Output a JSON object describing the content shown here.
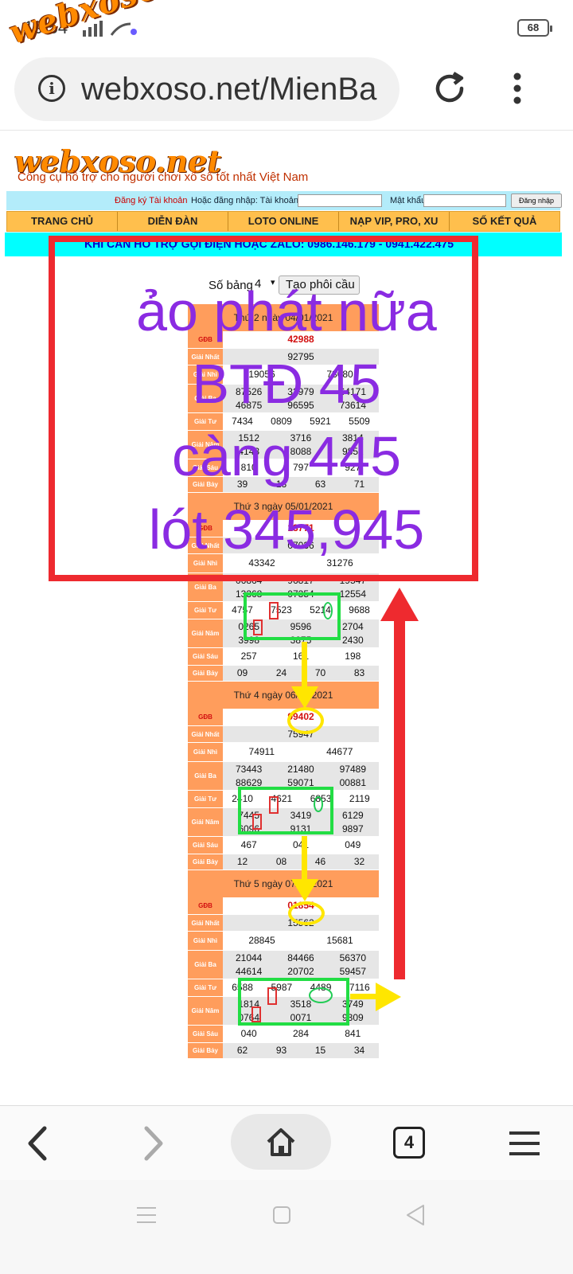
{
  "status": {
    "time": "19:54",
    "battery": "68"
  },
  "watermark_top": "webxoso.net",
  "browser": {
    "url": "webxoso.net/MienBa",
    "tabs_count": "4"
  },
  "site": {
    "logo": "webxoso.net",
    "tagline": "Công cụ hỗ trợ cho người chơi xổ số tốt nhất Việt Nam",
    "login": {
      "register": "Đăng ký Tài khoản",
      "or_login": "Hoặc đăng nhập: Tài khoản",
      "password_label": "Mật khẩu",
      "login_button": "Đăng nhập"
    },
    "nav": [
      "TRANG CHỦ",
      "DIỄN ĐÀN",
      "LOTO ONLINE",
      "NẠP VIP, PRO, XU",
      "SỐ KẾT QUẢ"
    ],
    "banner": "KHI CẦN HỖ TRỢ GỌI ĐIỆN HOẶC ZALO: 0986.146.179 - 0941.422.475"
  },
  "controls": {
    "label": "Số bảng",
    "selected": "4",
    "button": "Tạo phôi cầu"
  },
  "overlay": {
    "lines": [
      "ảo phát nữa",
      "BTĐ 45",
      "càng 445",
      "lót 345,945"
    ]
  },
  "results": [
    {
      "title": "Thứ 2 ngày 04/01/2021",
      "rows": [
        {
          "label": "GĐB",
          "lines": [
            [
              "42988"
            ]
          ],
          "gdb": true
        },
        {
          "label": "Giải Nhất",
          "lines": [
            [
              "92795"
            ]
          ]
        },
        {
          "label": "Giải Nhì",
          "lines": [
            [
              "19056",
              "73680"
            ]
          ]
        },
        {
          "label": "Giải Ba",
          "lines": [
            [
              "87526",
              "32979",
              "64171"
            ],
            [
              "46875",
              "96595",
              "73614"
            ]
          ]
        },
        {
          "label": "Giải Tư",
          "lines": [
            [
              "7434",
              "0809",
              "5921",
              "5509"
            ]
          ]
        },
        {
          "label": "Giải Năm",
          "lines": [
            [
              "1512",
              "3716",
              "3814"
            ],
            [
              "4143",
              "8088",
              "9851"
            ]
          ]
        },
        {
          "label": "Giải Sáu",
          "lines": [
            [
              "810",
              "797",
              "927"
            ]
          ]
        },
        {
          "label": "Giải Bảy",
          "lines": [
            [
              "39",
              "13",
              "63",
              "71"
            ]
          ]
        }
      ]
    },
    {
      "title": "Thứ 3 ngày 05/01/2021",
      "rows": [
        {
          "label": "GĐB",
          "lines": [
            [
              "13771"
            ]
          ],
          "gdb": true
        },
        {
          "label": "Giải Nhất",
          "lines": [
            [
              "07036"
            ]
          ]
        },
        {
          "label": "Giải Nhì",
          "lines": [
            [
              "43342",
              "31276"
            ]
          ]
        },
        {
          "label": "Giải Ba",
          "lines": [
            [
              "06864",
              "96817",
              "19547"
            ],
            [
              "13368",
              "07354",
              "12554"
            ]
          ]
        },
        {
          "label": "Giải Tư",
          "lines": [
            [
              "4757",
              "7523",
              "5214",
              "9688"
            ]
          ]
        },
        {
          "label": "Giải Năm",
          "lines": [
            [
              "0265",
              "9596",
              "2704"
            ],
            [
              "3998",
              "3875",
              "2430"
            ]
          ]
        },
        {
          "label": "Giải Sáu",
          "lines": [
            [
              "257",
              "161",
              "198"
            ]
          ]
        },
        {
          "label": "Giải Bảy",
          "lines": [
            [
              "09",
              "24",
              "70",
              "83"
            ]
          ]
        }
      ]
    },
    {
      "title": "Thứ 4 ngày 06/01/2021",
      "rows": [
        {
          "label": "GĐB",
          "lines": [
            [
              "99402"
            ]
          ],
          "gdb": true
        },
        {
          "label": "Giải Nhất",
          "lines": [
            [
              "75947"
            ]
          ]
        },
        {
          "label": "Giải Nhì",
          "lines": [
            [
              "74911",
              "44677"
            ]
          ]
        },
        {
          "label": "Giải Ba",
          "lines": [
            [
              "73443",
              "21480",
              "97489"
            ],
            [
              "88629",
              "59071",
              "00881"
            ]
          ]
        },
        {
          "label": "Giải Tư",
          "lines": [
            [
              "2410",
              "4621",
              "6853",
              "2119"
            ]
          ]
        },
        {
          "label": "Giải Năm",
          "lines": [
            [
              "7445",
              "3419",
              "6129"
            ],
            [
              "6096",
              "9131",
              "9897"
            ]
          ]
        },
        {
          "label": "Giải Sáu",
          "lines": [
            [
              "467",
              "041",
              "049"
            ]
          ]
        },
        {
          "label": "Giải Bảy",
          "lines": [
            [
              "12",
              "08",
              "46",
              "32"
            ]
          ]
        }
      ]
    },
    {
      "title": "Thứ 5 ngày 07/01/2021",
      "rows": [
        {
          "label": "GĐB",
          "lines": [
            [
              "01854"
            ]
          ],
          "gdb": true
        },
        {
          "label": "Giải Nhất",
          "lines": [
            [
              "15562"
            ]
          ]
        },
        {
          "label": "Giải Nhì",
          "lines": [
            [
              "28845",
              "15681"
            ]
          ]
        },
        {
          "label": "Giải Ba",
          "lines": [
            [
              "21044",
              "84466",
              "56370"
            ],
            [
              "44614",
              "20702",
              "59457"
            ]
          ]
        },
        {
          "label": "Giải Tư",
          "lines": [
            [
              "6588",
              "5987",
              "4489",
              "7116"
            ]
          ]
        },
        {
          "label": "Giải Năm",
          "lines": [
            [
              "1814",
              "3518",
              "3749"
            ],
            [
              "0764",
              "0071",
              "9309"
            ]
          ]
        },
        {
          "label": "Giải Sáu",
          "lines": [
            [
              "040",
              "284",
              "841"
            ]
          ]
        },
        {
          "label": "Giải Bảy",
          "lines": [
            [
              "62",
              "93",
              "15",
              "34"
            ]
          ]
        }
      ]
    }
  ],
  "colors": {
    "overlay_text": "#8a2be2",
    "overlay_border": "#ee2a2f",
    "header_orange": "#ff9d5c",
    "nav_bg": "#ffbf4d",
    "banner_bg": "#00ffff",
    "marker_green": "#22dd44",
    "marker_yellow": "#ffe600"
  },
  "icons": {
    "info": "info-icon",
    "reload": "reload-icon",
    "more": "more-vertical-icon",
    "back": "back-arrow-icon",
    "forward": "forward-arrow-icon",
    "home": "home-icon",
    "menu": "hamburger-menu-icon"
  }
}
